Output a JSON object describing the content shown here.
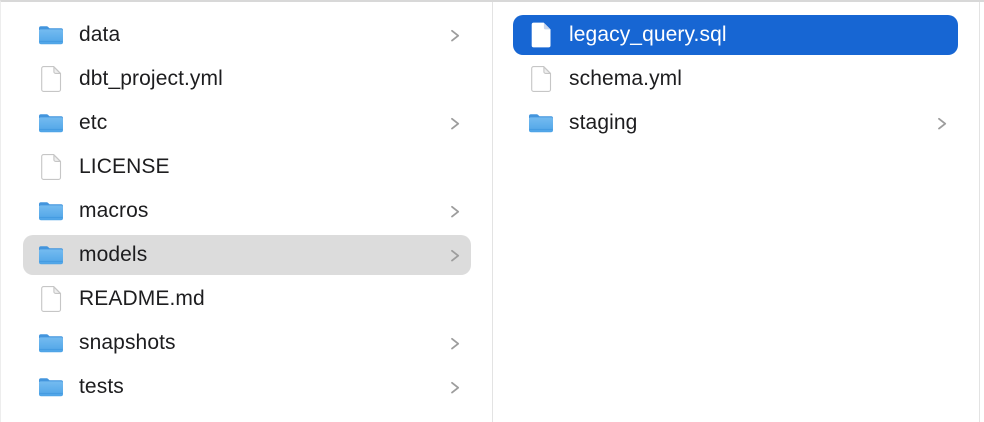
{
  "app": "finder-column-browser",
  "colors": {
    "selection_primary": "#1766d3",
    "selection_secondary": "#dcdcdc",
    "divider": "#e3e3e3",
    "text": "#1d1d1f",
    "text_selected": "#ffffff",
    "chevron": "#9d9d9d",
    "folder_blue": "#55a9e8",
    "folder_blue_dark": "#4395dd",
    "file_outline": "#c6c6c6"
  },
  "columns": [
    {
      "name": "project-folder-column",
      "items": [
        {
          "label": "data",
          "icon": "folder-icon",
          "chevron": true,
          "selected": null
        },
        {
          "label": "dbt_project.yml",
          "icon": "file-icon",
          "chevron": false,
          "selected": null
        },
        {
          "label": "etc",
          "icon": "folder-icon",
          "chevron": true,
          "selected": null
        },
        {
          "label": "LICENSE",
          "icon": "file-icon",
          "chevron": false,
          "selected": null
        },
        {
          "label": "macros",
          "icon": "folder-icon",
          "chevron": true,
          "selected": null
        },
        {
          "label": "models",
          "icon": "folder-icon",
          "chevron": true,
          "selected": "secondary"
        },
        {
          "label": "README.md",
          "icon": "file-icon",
          "chevron": false,
          "selected": null
        },
        {
          "label": "snapshots",
          "icon": "folder-icon",
          "chevron": true,
          "selected": null
        },
        {
          "label": "tests",
          "icon": "folder-icon",
          "chevron": true,
          "selected": null
        }
      ]
    },
    {
      "name": "models-folder-column",
      "items": [
        {
          "label": "legacy_query.sql",
          "icon": "file-icon",
          "chevron": false,
          "selected": "primary"
        },
        {
          "label": "schema.yml",
          "icon": "file-icon",
          "chevron": false,
          "selected": null
        },
        {
          "label": "staging",
          "icon": "folder-icon",
          "chevron": true,
          "selected": null
        }
      ]
    }
  ]
}
